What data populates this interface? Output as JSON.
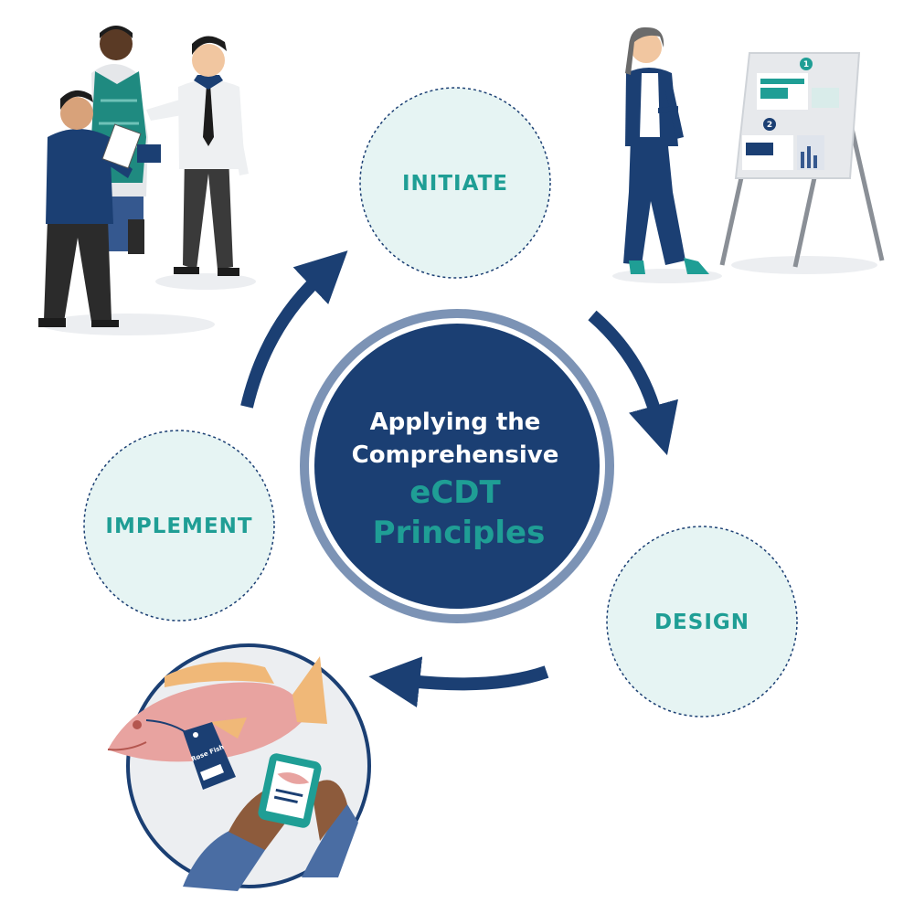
{
  "center": {
    "line1": "Applying the",
    "line2": "Comprehensive",
    "line3": "eCDT",
    "line4": "Principles"
  },
  "phases": {
    "initiate": "INITIATE",
    "design": "DESIGN",
    "implement": "IMPLEMENT"
  },
  "board": {
    "step1": "1",
    "step2": "2"
  },
  "tag": {
    "line1": "Rose Fish"
  },
  "colors": {
    "navy": "#1b3f73",
    "teal": "#1f9e95",
    "phase_fill": "#e6f4f3",
    "ring": "#7c93b5"
  }
}
